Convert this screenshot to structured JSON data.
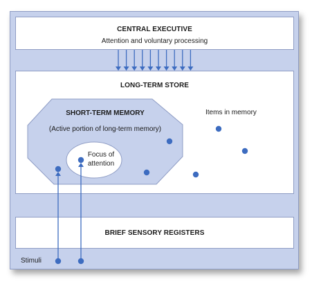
{
  "central_executive": {
    "title": "CENTRAL EXECUTIVE",
    "subtitle": "Attention and voluntary processing",
    "arrow_count": 10
  },
  "long_term_store": {
    "title": "LONG-TERM STORE",
    "items_label": "Items in memory"
  },
  "short_term_memory": {
    "title": "SHORT-TERM MEMORY",
    "subtitle": "(Active portion of long-term memory)"
  },
  "focus": {
    "line1": "Focus of",
    "line2": "attention"
  },
  "sensory": {
    "title": "BRIEF SENSORY REGISTERS"
  },
  "stimuli_label": "Stimuli",
  "colors": {
    "frame_fill": "#c6d1ec",
    "stm_fill": "#c6d1ec",
    "dot": "#3d6cc0",
    "arrow": "#3d6cc0",
    "border": "#8e9cc4"
  }
}
